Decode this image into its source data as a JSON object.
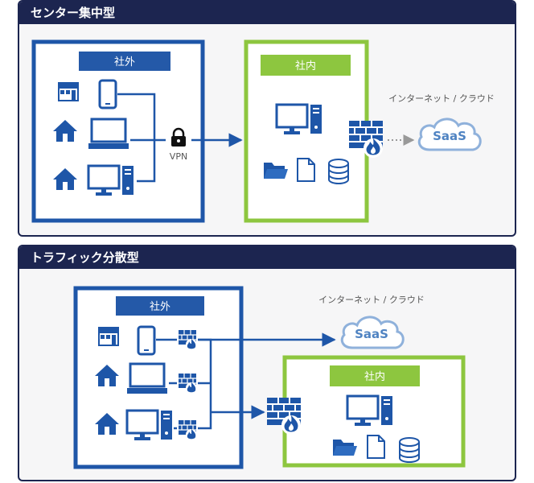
{
  "top": {
    "title": "センター集中型",
    "external_label": "社外",
    "internal_label": "社内",
    "vpn_label": "VPN",
    "internet_label": "インターネット / クラウド",
    "saas_label": "SaaS"
  },
  "bottom": {
    "title": "トラフィック分散型",
    "external_label": "社外",
    "internal_label": "社内",
    "internet_label": "インターネット / クラウド",
    "saas_label": "SaaS"
  },
  "colors": {
    "navy": "#1c2550",
    "blue": "#1e56a8",
    "green": "#8dc63f",
    "label_bg": "#2459a8",
    "saas_blue": "#4f83c2",
    "saas_stroke": "#8fb1db",
    "gray": "#888888"
  }
}
